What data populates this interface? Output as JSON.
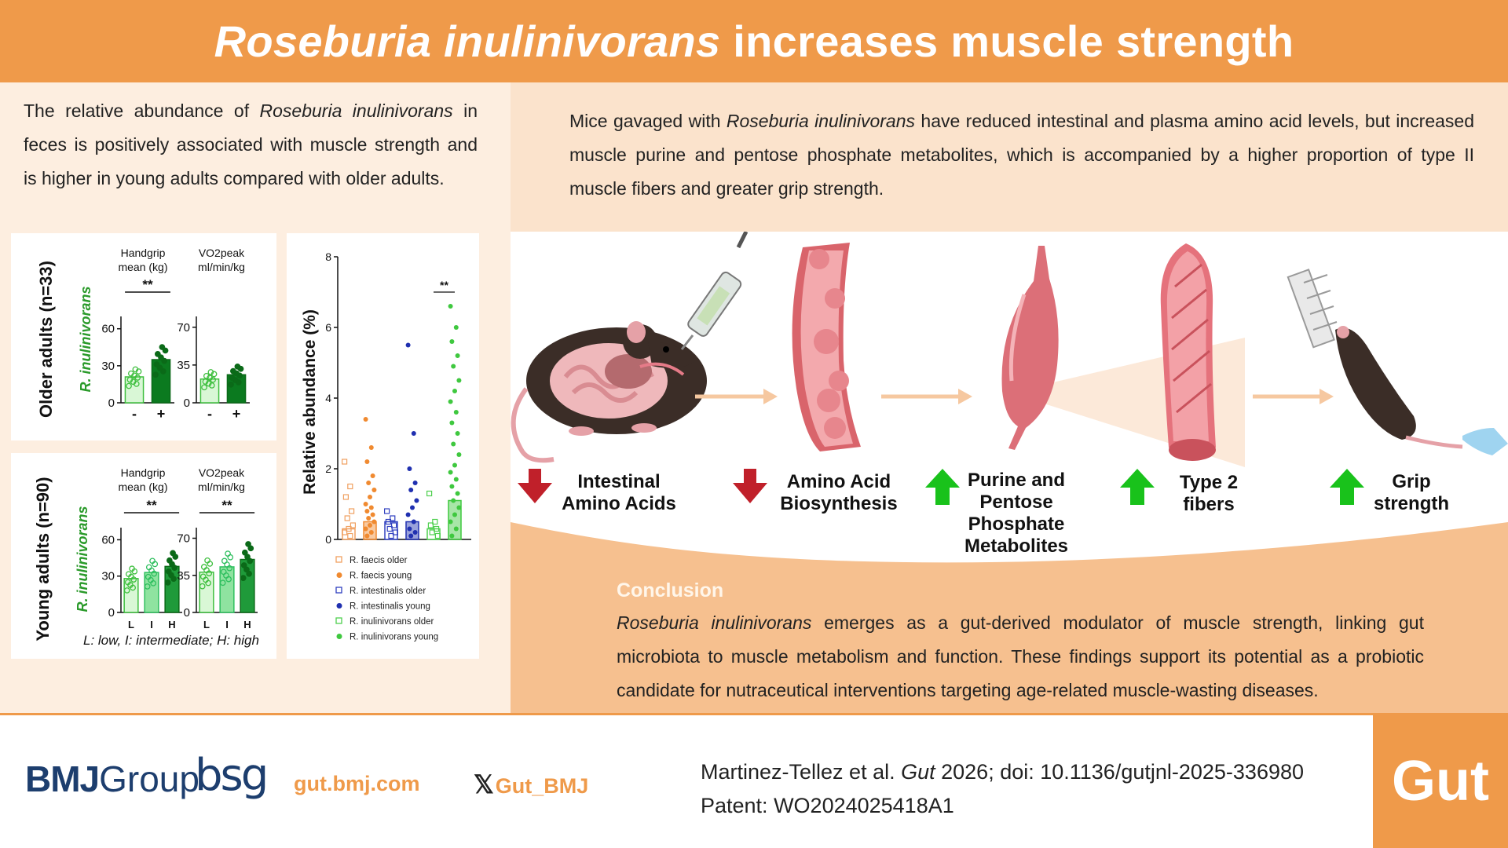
{
  "title": {
    "italic": "Roseburia inulinivorans",
    "rest": " increases muscle strength"
  },
  "left_intro": {
    "pre": "The relative abundance of ",
    "species": "Roseburia inulinivorans",
    "post": " in feces is positively associated with muscle strength and is higher in young adults compared with older adults."
  },
  "right_intro": {
    "pre": "Mice gavaged with ",
    "species": "Roseburia inulinivorans",
    "post": " have reduced intestinal and plasma amino acid levels, but increased muscle purine and pentose phosphate metabolites, which is accompanied by a higher proportion of type II muscle fibers and greater grip strength."
  },
  "pathway_steps": [
    {
      "label_lines": [
        "Intestinal",
        "Amino Acids"
      ],
      "direction": "down"
    },
    {
      "label_lines": [
        "Amino Acid",
        "Biosynthesis"
      ],
      "direction": "down"
    },
    {
      "label_lines": [
        "Purine and",
        "Pentose",
        "Phosphate",
        "Metabolites"
      ],
      "direction": "up"
    },
    {
      "label_lines": [
        "Type 2",
        "fibers"
      ],
      "direction": "up"
    },
    {
      "label_lines": [
        "Grip",
        "strength"
      ],
      "direction": "up"
    }
  ],
  "conclusion": {
    "title": "Conclusion",
    "species": "Roseburia inulinivorans",
    "text": " emerges as a gut-derived modulator of muscle strength, linking gut microbiota to muscle metabolism and function. These findings support its potential as a probiotic candidate for nutraceutical interventions targeting age-related muscle-wasting diseases."
  },
  "footer": {
    "bmj_bold": "BMJ",
    "bmj_rest": "Group",
    "bsg": "bsg",
    "website": "gut.bmj.com",
    "x_handle": "Gut_BMJ",
    "citation_pre": "Martinez-Tellez et al. ",
    "citation_journal": "Gut",
    "citation_post": " 2026; doi: 10.1136/gutjnl-2025-336980",
    "patent": "Patent: WO2024025418A1",
    "journal_logo": "Gut"
  },
  "colors": {
    "orange": "#ef9a4a",
    "light_green": "#b8ecb6",
    "dark_green": "#0b7a1f",
    "arrow_red": "#c0202a",
    "arrow_green": "#19c21b"
  },
  "chart_data": [
    {
      "type": "bar",
      "title": "Older adults (n=33)",
      "ylabel": "R. inulinivorans",
      "panels": [
        {
          "label_lines": [
            "Handgrip",
            "mean (kg)"
          ],
          "categories": [
            "-",
            "+"
          ],
          "values": [
            21,
            35
          ],
          "ylim": [
            0,
            70
          ],
          "ticks": [
            0,
            30,
            60
          ],
          "significance": "**"
        },
        {
          "label_lines": [
            "VO2peak",
            "ml/min/kg"
          ],
          "categories": [
            "-",
            "+"
          ],
          "values": [
            22,
            26
          ],
          "ylim": [
            0,
            80
          ],
          "ticks": [
            0,
            35,
            70
          ],
          "significance": ""
        }
      ]
    },
    {
      "type": "bar",
      "title": "Young adults (n=90)",
      "ylabel": "R. inulinivorans",
      "panels": [
        {
          "label_lines": [
            "Handgrip",
            "mean (kg)"
          ],
          "categories": [
            "L",
            "I",
            "H"
          ],
          "values": [
            28,
            33,
            38
          ],
          "ylim": [
            0,
            70
          ],
          "ticks": [
            0,
            30,
            60
          ],
          "significance": "**"
        },
        {
          "label_lines": [
            "VO2peak",
            "ml/min/kg"
          ],
          "categories": [
            "L",
            "I",
            "H"
          ],
          "values": [
            38,
            43,
            50
          ],
          "ylim": [
            0,
            80
          ],
          "ticks": [
            0,
            35,
            70
          ],
          "significance": "**"
        }
      ],
      "footnote": "L: low, I: intermediate; H: high"
    },
    {
      "type": "scatter",
      "ylabel": "Relative abundance (%)",
      "ylim": [
        0,
        8
      ],
      "ticks": [
        0,
        2,
        4,
        6,
        8
      ],
      "significance": "**",
      "series": [
        {
          "name": "R. faecis older",
          "mean": 0.3,
          "points": [
            2.2,
            1.5,
            1.2,
            0.8,
            0.6,
            0.4,
            0.3,
            0.2,
            0.1
          ]
        },
        {
          "name": "R. faecis young",
          "mean": 0.5,
          "points": [
            3.4,
            2.6,
            2.2,
            1.8,
            1.6,
            1.4,
            1.2,
            1.0,
            0.9,
            0.8,
            0.7,
            0.6,
            0.5,
            0.4,
            0.3,
            0.2,
            0.1
          ]
        },
        {
          "name": "R. intestinalis older",
          "mean": 0.5,
          "points": [
            0.8,
            0.6,
            0.5,
            0.4,
            0.3,
            0.2,
            0.1
          ]
        },
        {
          "name": "R. intestinalis young",
          "mean": 0.5,
          "points": [
            5.5,
            3.0,
            2.0,
            1.6,
            1.4,
            1.1,
            0.9,
            0.7,
            0.5,
            0.3,
            0.2,
            0.1
          ]
        },
        {
          "name": "R. inulinivorans older",
          "mean": 0.3,
          "points": [
            1.3,
            0.5,
            0.4,
            0.3,
            0.2,
            0.1
          ]
        },
        {
          "name": "R. inulinivorans young",
          "mean": 1.1,
          "points": [
            6.6,
            6.0,
            5.6,
            5.2,
            4.9,
            4.5,
            4.2,
            3.9,
            3.6,
            3.3,
            3.0,
            2.7,
            2.4,
            2.1,
            1.9,
            1.7,
            1.5,
            1.3,
            1.1,
            0.9,
            0.7,
            0.5,
            0.3,
            0.1
          ]
        }
      ]
    }
  ]
}
